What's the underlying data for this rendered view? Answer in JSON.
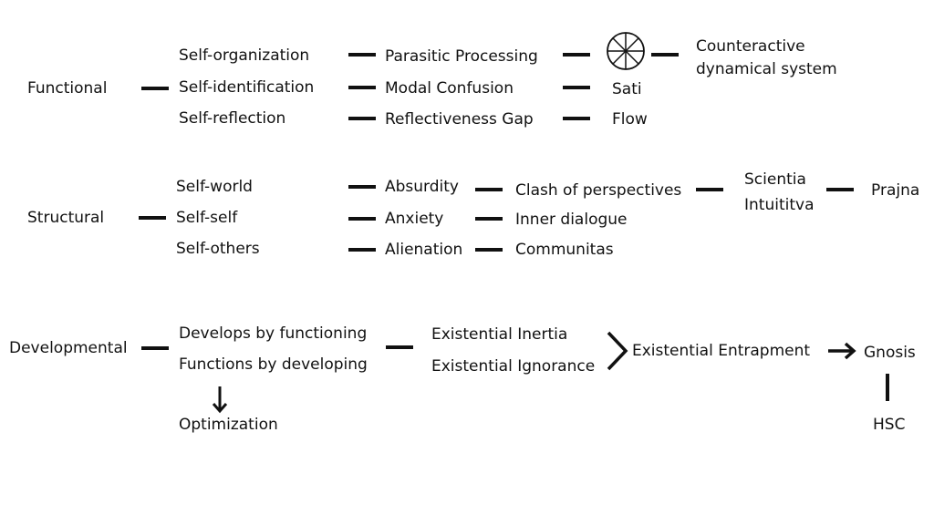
{
  "functional": {
    "root": "Functional",
    "items": [
      "Self-organization",
      "Self-identification",
      "Self-reflection"
    ],
    "problems": [
      "Parasitic Processing",
      "Modal Confusion",
      "Reflectiveness Gap"
    ],
    "remedies": [
      "Sati",
      "Flow"
    ],
    "result": [
      "Counteractive",
      "dynamical system"
    ],
    "wheel_icon": "dharma-wheel-icon"
  },
  "structural": {
    "root": "Structural",
    "items": [
      "Self-world",
      "Self-self",
      "Self-others"
    ],
    "problems": [
      "Absurdity",
      "Anxiety",
      "Alienation"
    ],
    "remedies": [
      "Clash of perspectives",
      "Inner dialogue",
      "Communitas"
    ],
    "knowledge": [
      "Scientia",
      "Intuititva"
    ],
    "result": "Prajna"
  },
  "developmental": {
    "root": "Developmental",
    "items": [
      "Develops by functioning",
      "Functions by developing"
    ],
    "below": "Optimization",
    "problems": [
      "Existential Inertia",
      "Existential Ignorance"
    ],
    "merged": "Existential Entrapment",
    "result": "Gnosis",
    "below_result": "HSC"
  },
  "colors": {
    "ink": "#111111",
    "background": "#ffffff"
  }
}
